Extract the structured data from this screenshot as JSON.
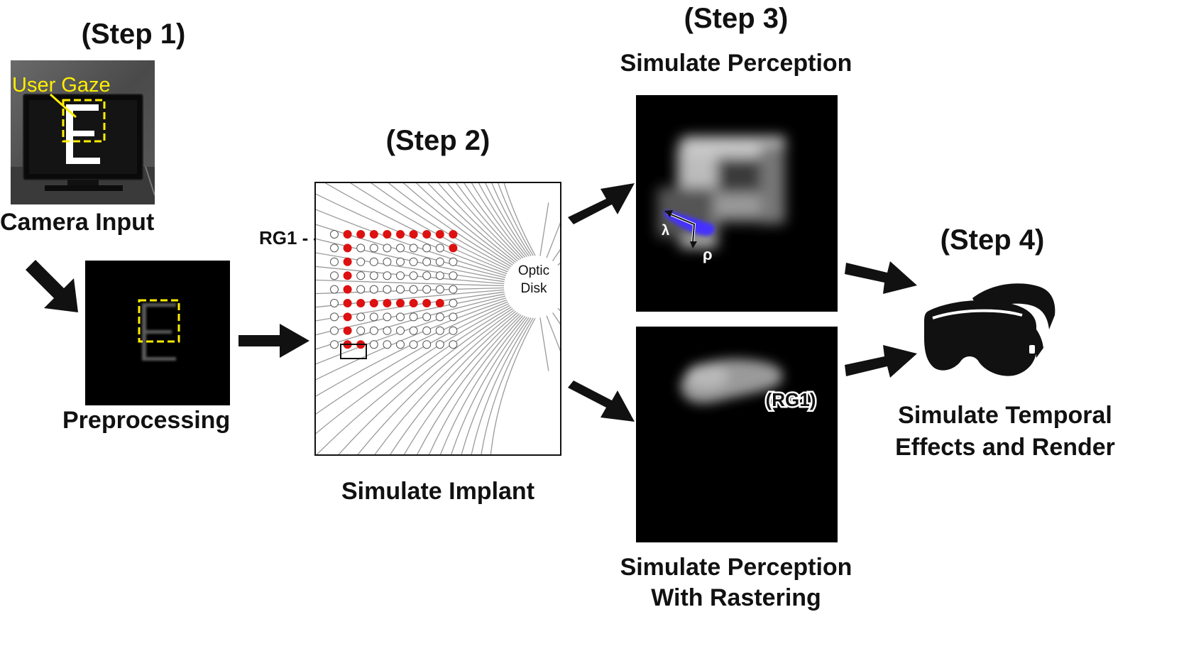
{
  "steps": {
    "step1": "(Step 1)",
    "step2": "(Step 2)",
    "step3": "(Step 3)",
    "step4": "(Step 4)"
  },
  "labels": {
    "user_gaze": "User Gaze",
    "camera_input": "Camera Input",
    "preprocessing": "Preprocessing",
    "rg1_bracket": "RG1 - {",
    "rg1_close": "}",
    "optic": "Optic",
    "disk": "Disk",
    "simulate_implant": "Simulate Implant",
    "simulate_perception": "Simulate Perception",
    "lambda": "λ",
    "rho": "ρ",
    "rg1_paren": "(RG1)",
    "raster_line1": "Simulate Perception",
    "raster_line2": "With Rastering",
    "temporal_line1": "Simulate Temporal",
    "temporal_line2": "Effects and Render"
  },
  "colors": {
    "active_electrode": "#dd1111",
    "gaze_box": "#ffee00",
    "axon_direction": "#4433ff"
  },
  "electrode_grid": {
    "rows": [
      [
        0,
        1,
        1,
        1,
        1,
        1,
        1,
        1,
        1,
        1
      ],
      [
        0,
        1,
        0,
        0,
        0,
        0,
        0,
        0,
        0,
        1
      ],
      [
        0,
        1,
        0,
        0,
        0,
        0,
        0,
        0,
        0,
        0
      ],
      [
        0,
        1,
        0,
        0,
        0,
        0,
        0,
        0,
        0,
        0
      ],
      [
        0,
        1,
        0,
        0,
        0,
        0,
        0,
        0,
        0,
        0
      ],
      [
        0,
        1,
        1,
        1,
        1,
        1,
        1,
        1,
        1,
        0
      ],
      [
        0,
        1,
        0,
        0,
        0,
        0,
        0,
        0,
        0,
        0
      ],
      [
        0,
        1,
        0,
        0,
        0,
        0,
        0,
        0,
        0,
        0
      ],
      [
        0,
        1,
        1,
        0,
        0,
        0,
        0,
        0,
        0,
        0
      ]
    ]
  }
}
